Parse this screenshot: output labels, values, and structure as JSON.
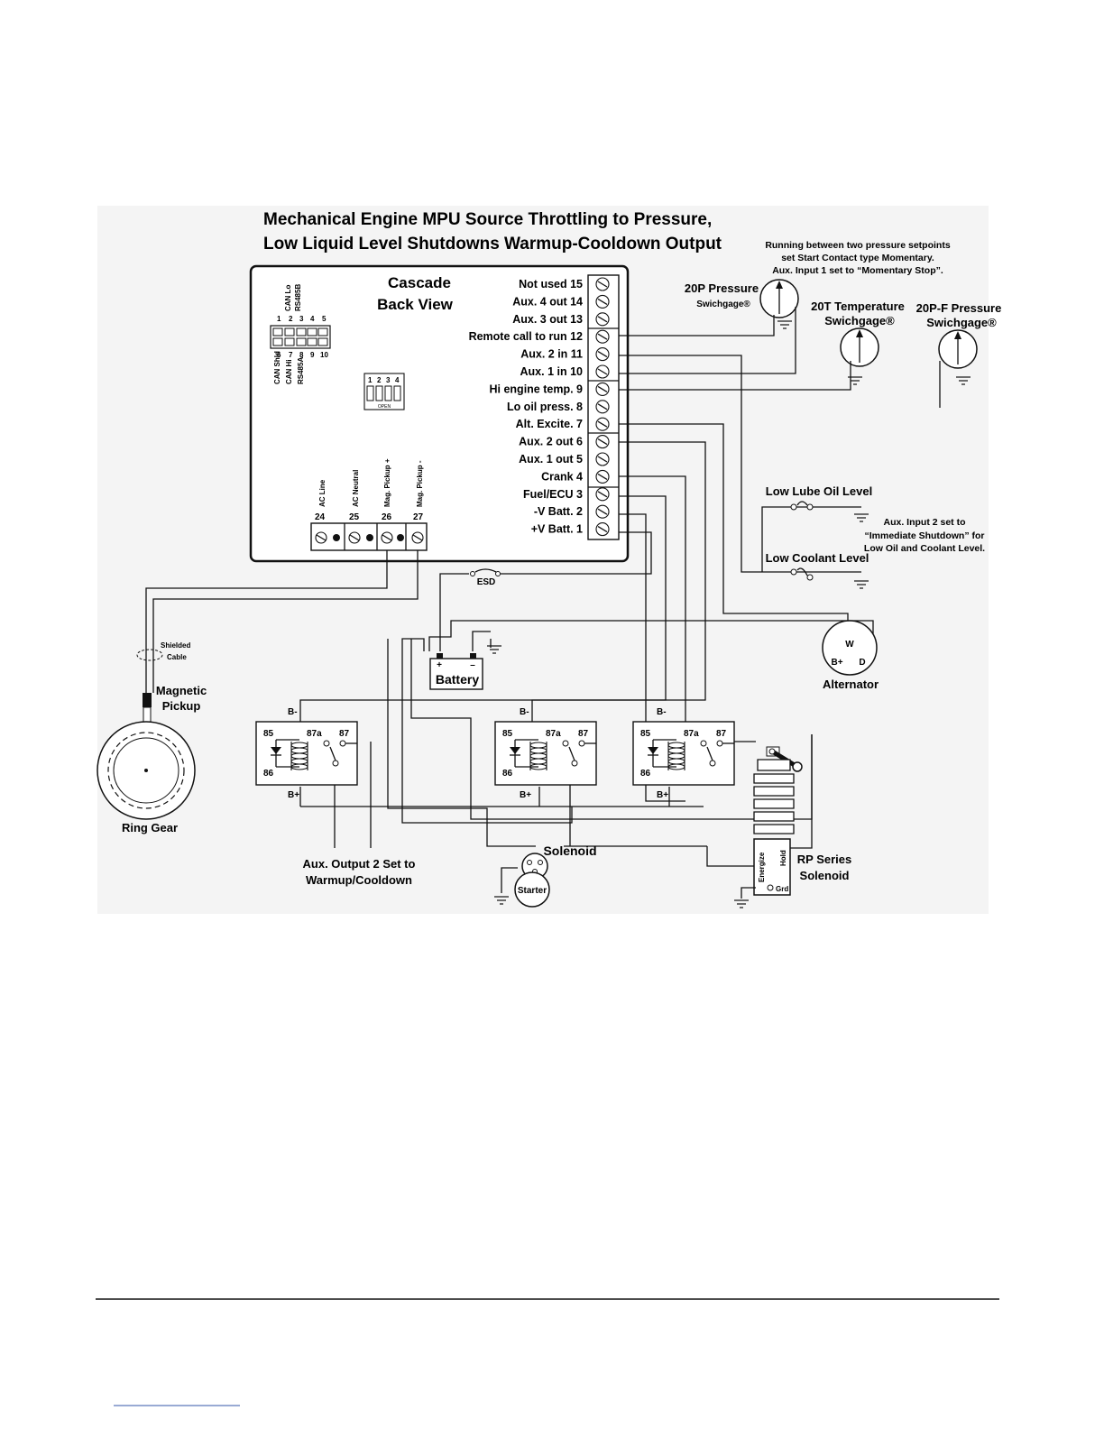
{
  "title": {
    "line1": "Mechanical Engine MPU Source Throttling to Pressure,",
    "line2": "Low Liquid Level Shutdowns Warmup-Cooldown Output"
  },
  "controller": {
    "name": "Cascade",
    "view": "Back View",
    "terminals": [
      {
        "label": "Not used 15"
      },
      {
        "label": "Aux. 4 out 14"
      },
      {
        "label": "Aux. 3 out 13"
      },
      {
        "label": "Remote call to run 12"
      },
      {
        "label": "Aux. 2 in 11"
      },
      {
        "label": "Aux. 1 in 10"
      },
      {
        "label": "Hi engine temp. 9"
      },
      {
        "label": "Lo oil press. 8"
      },
      {
        "label": "Alt. Excite. 7"
      },
      {
        "label": "Aux. 2 out 6"
      },
      {
        "label": "Aux. 1 out 5"
      },
      {
        "label": "Crank 4"
      },
      {
        "label": "Fuel/ECU 3"
      },
      {
        "label": "-V Batt. 2"
      },
      {
        "label": "+V Batt. 1"
      }
    ],
    "bottom_terminals": [
      {
        "name": "AC Line",
        "num": "24"
      },
      {
        "name": "AC Neutral",
        "num": "25"
      },
      {
        "name": "Mag. Pickup +",
        "num": "26"
      },
      {
        "name": "Mag. Pickup -",
        "num": "27"
      }
    ],
    "can_connector": {
      "top_labels": [
        "CAN Lo",
        "RS485B"
      ],
      "top_numbers": [
        "1",
        "2",
        "3",
        "4",
        "5"
      ],
      "bottom_numbers": [
        "6",
        "7",
        "8",
        "9",
        "10"
      ],
      "bottom_labels": [
        "CAN Shld",
        "CAN Hi",
        "RS485A"
      ]
    },
    "dip_switch": {
      "numbers": [
        "1",
        "2",
        "3",
        "4"
      ],
      "caption": "OPEN"
    }
  },
  "gauges": {
    "note_lines": [
      "Running between two pressure setpoints",
      "set Start Contact type Momentary.",
      "Aux. Input 1 set to “Momentary Stop”."
    ],
    "g20p": {
      "line1": "20P Pressure",
      "line2": "Swichgage®"
    },
    "g20t": {
      "line1": "20T Temperature",
      "line2": "Swichgage®"
    },
    "g20pf": {
      "line1": "20P-F Pressure",
      "line2": "Swichgage®"
    }
  },
  "level_switches": {
    "lube": "Low Lube Oil Level",
    "coolant": "Low Coolant Level",
    "note_lines": [
      "Aux. Input 2 set to",
      "“Immediate Shutdown” for",
      "Low Oil and Coolant Level."
    ]
  },
  "esd_label": "ESD",
  "battery": {
    "label": "Battery",
    "plus": "+",
    "minus": "–"
  },
  "alternator": {
    "label": "Alternator",
    "w": "W",
    "b": "B+",
    "d": "D"
  },
  "pickup": {
    "shielded_line1": "Shielded",
    "shielded_line2": "Cable",
    "label_line1": "Magnetic",
    "label_line2": "Pickup",
    "ring_gear": "Ring Gear"
  },
  "relays": {
    "b_minus": "B-",
    "b_plus": "B+",
    "pins": [
      "85",
      "87a",
      "87",
      "86"
    ]
  },
  "aux_output_note": {
    "line1": "Aux. Output 2 Set to",
    "line2": "Warmup/Cooldown"
  },
  "starter": {
    "solenoid": "Solenoid",
    "starter": "Starter"
  },
  "rp_solenoid": {
    "line1": "RP Series",
    "line2": "Solenoid",
    "energize": "Energize",
    "hold": "Hold",
    "grd": "Grd"
  }
}
